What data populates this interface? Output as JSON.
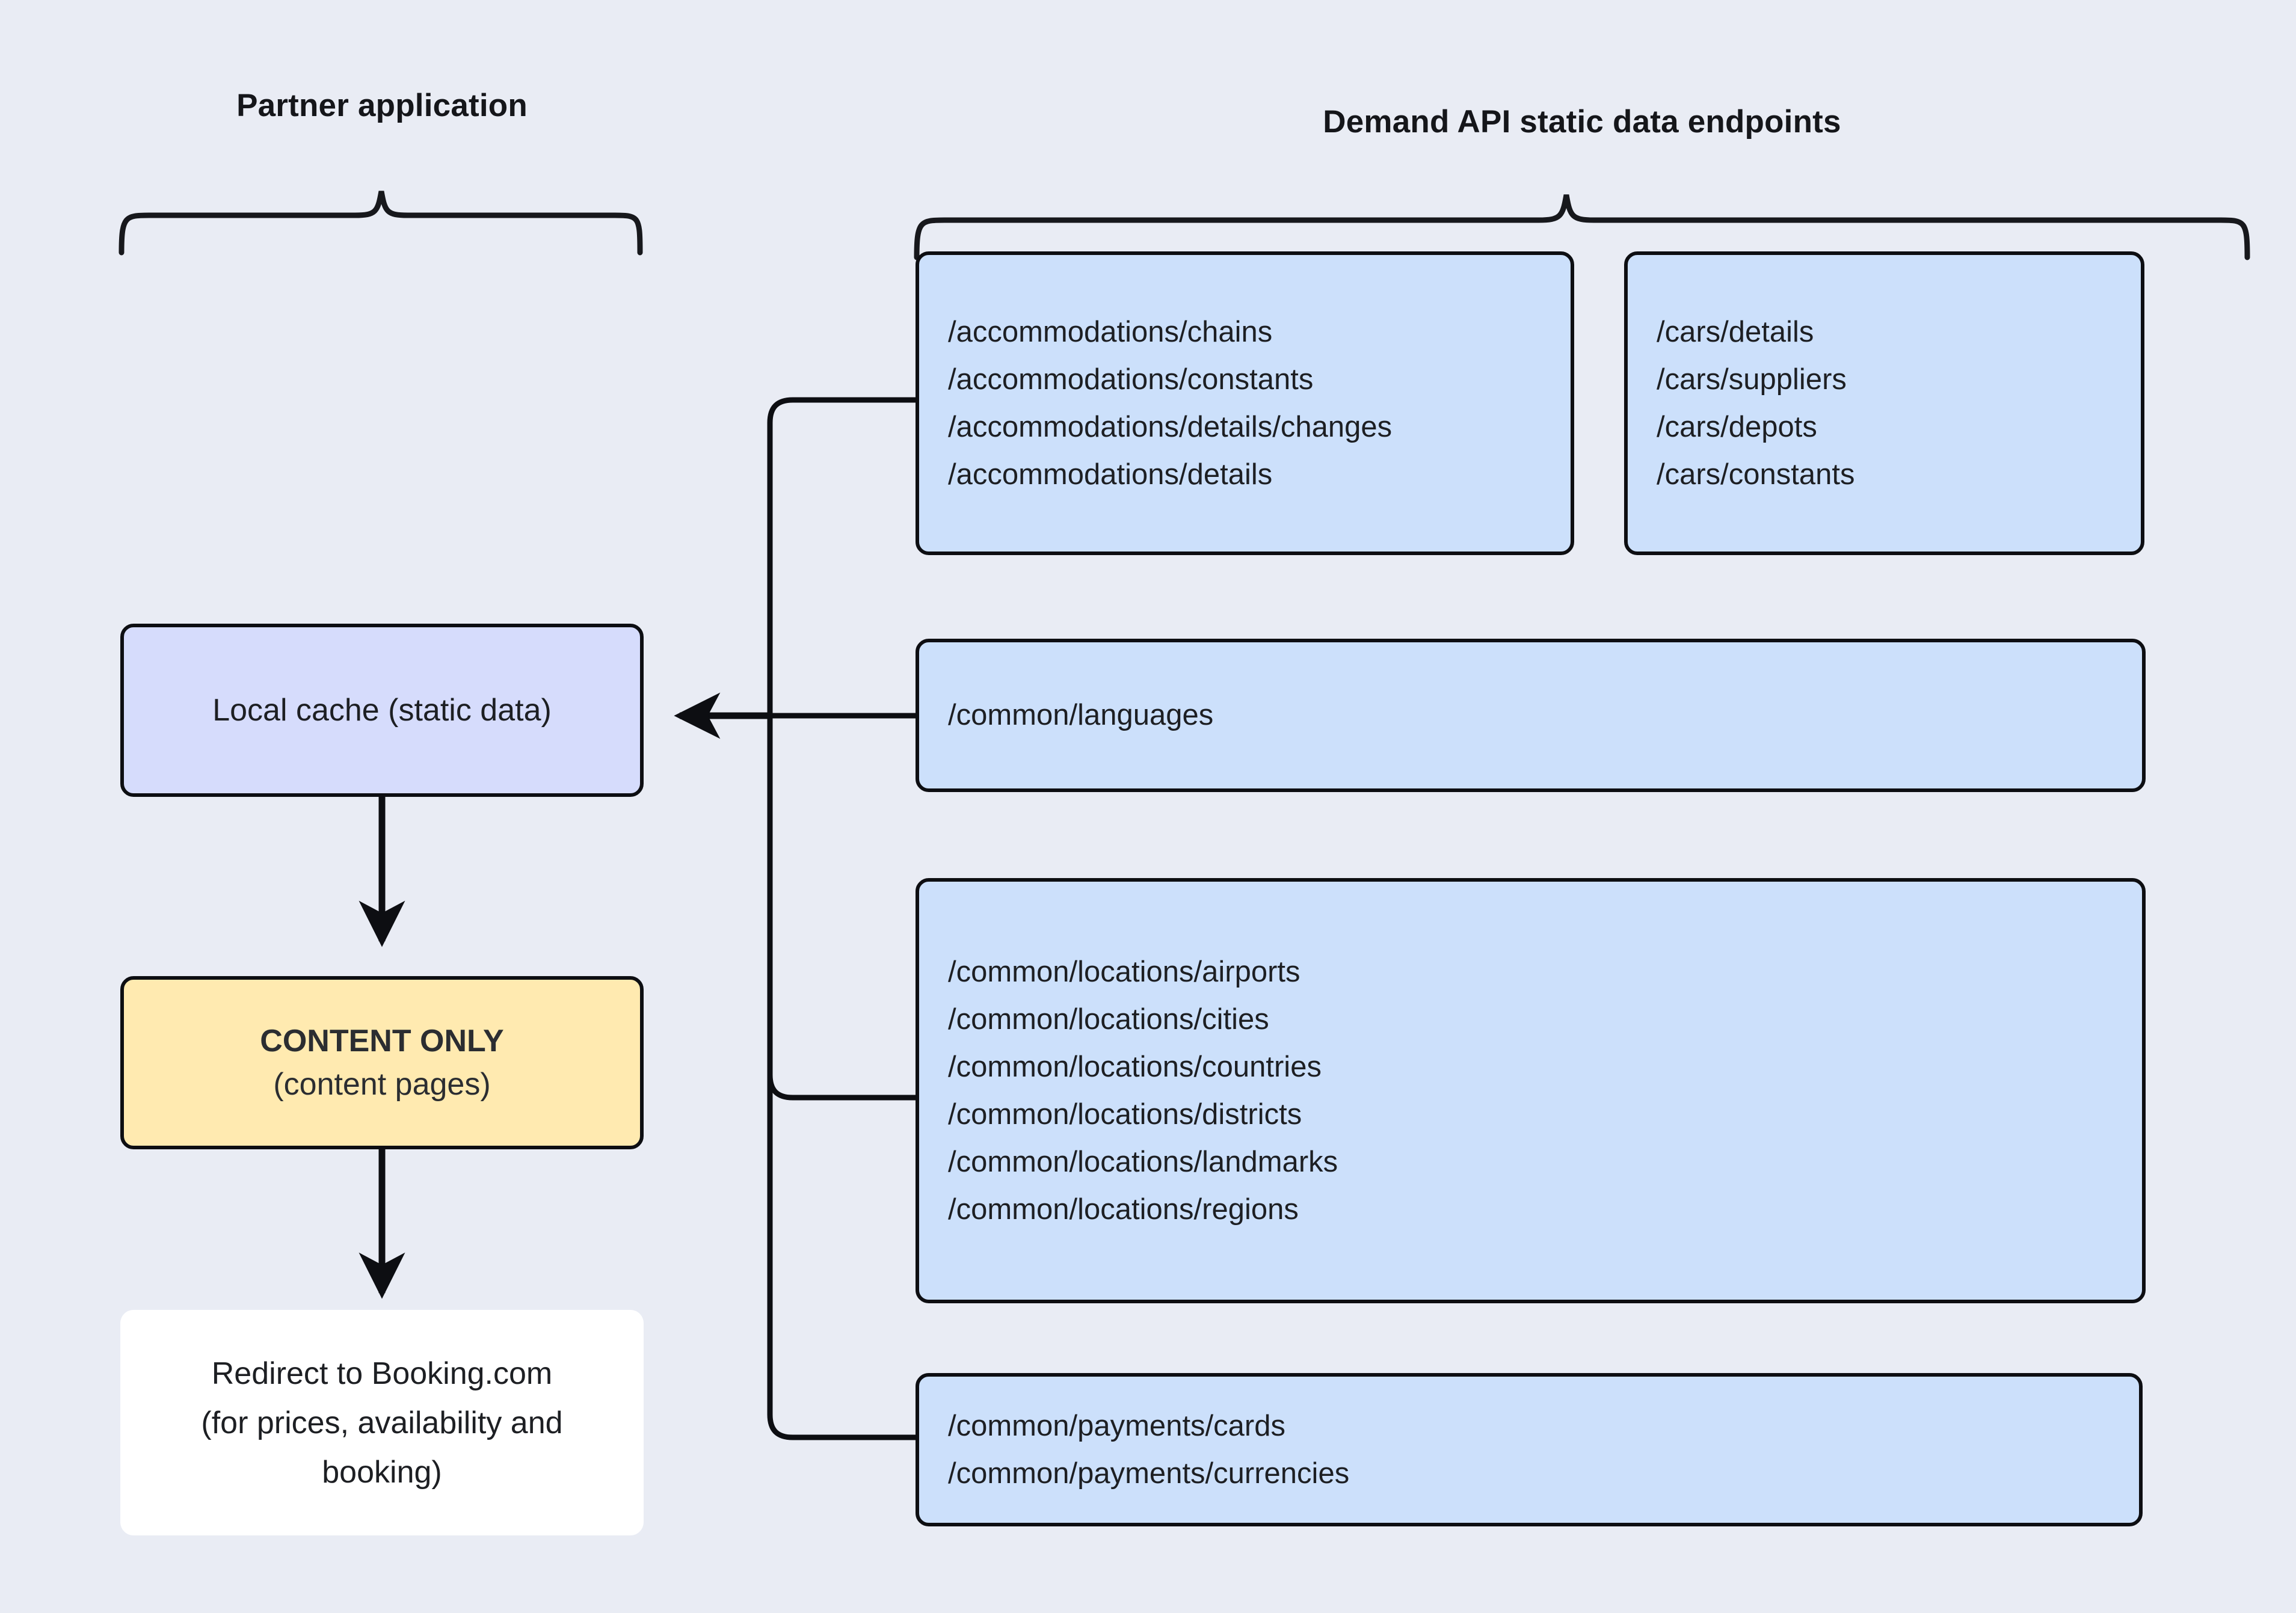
{
  "diagram": {
    "background_color": "#e9ecf4",
    "groups": {
      "partner": {
        "title": "Partner application"
      },
      "demand": {
        "title": "Demand API static data endpoints"
      }
    },
    "nodes": {
      "cache": {
        "label": "Local cache (static data)",
        "fill": "#d6dcfc"
      },
      "content_only": {
        "title": "CONTENT ONLY",
        "subtitle": "(content pages)",
        "fill": "#ffeab0"
      },
      "redirect": {
        "line1": "Redirect to Booking.com",
        "line2": "(for prices, availability and",
        "line3": "booking)",
        "fill": "#ffffff"
      },
      "accommodations": {
        "fill": "#cce0fb",
        "endpoints": [
          "/accommodations/chains",
          "/accommodations/constants",
          "/accommodations/details/changes",
          "/accommodations/details"
        ]
      },
      "cars": {
        "fill": "#cce0fb",
        "endpoints": [
          "/cars/details",
          "/cars/suppliers",
          "/cars/depots",
          "/cars/constants"
        ]
      },
      "languages": {
        "fill": "#cce0fb",
        "endpoints": [
          "/common/languages"
        ]
      },
      "locations": {
        "fill": "#cce0fb",
        "endpoints": [
          "/common/locations/airports",
          "/common/locations/cities",
          "/common/locations/countries",
          "/common/locations/districts",
          "/common/locations/landmarks",
          "/common/locations/regions"
        ]
      },
      "payments": {
        "fill": "#cce0fb",
        "endpoints": [
          "/common/payments/cards",
          "/common/payments/currencies"
        ]
      }
    },
    "edges": {
      "stroke_color": "#0d0e12",
      "endpoints_to_cache": "arrow",
      "cache_to_content": "arrow",
      "content_to_redirect": "arrow"
    }
  }
}
